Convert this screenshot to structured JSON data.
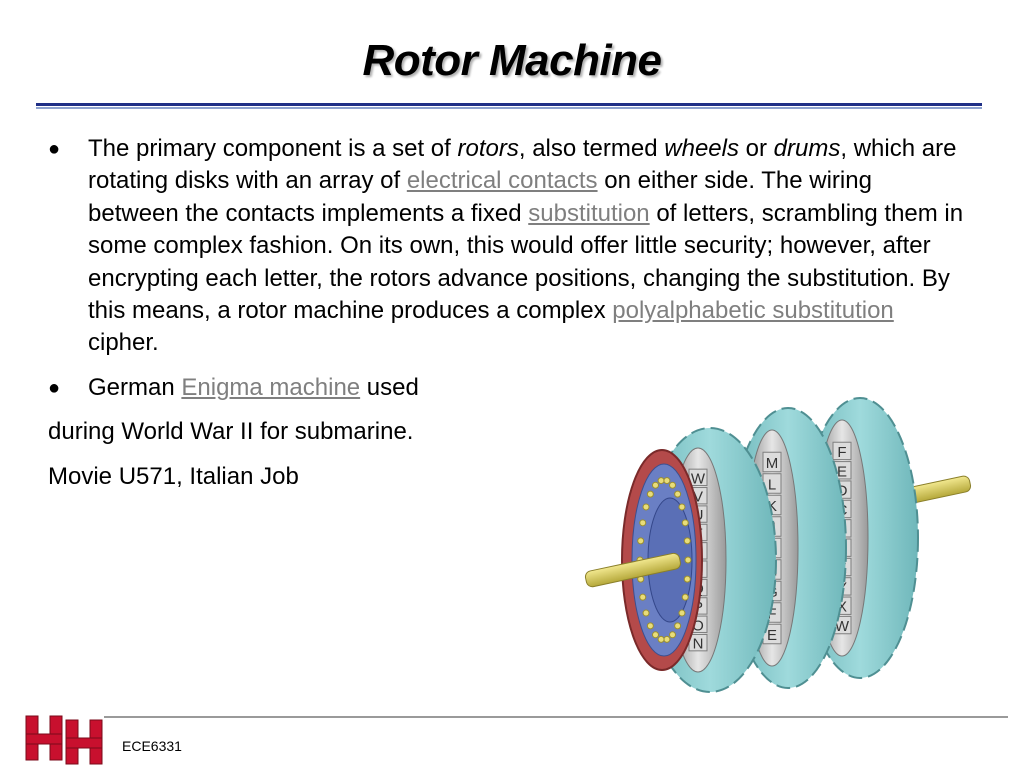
{
  "slide": {
    "title": "Rotor Machine",
    "bullet1": {
      "t1": "The primary component is a set of ",
      "rotors": "rotors",
      "t2": ", also termed ",
      "wheels": "wheels",
      "t3": " or ",
      "drums": "drums",
      "t4": ", which are rotating disks with an array of ",
      "link_electrical": "electrical contacts",
      "t5": " on either side. The wiring between the contacts implements a fixed ",
      "link_substitution": "substitution",
      "t6": " of letters, scrambling them in some complex fashion. On its own, this would offer little security; however, after encrypting each letter, the rotors advance positions, changing the substitution. By this means, a rotor machine produces a complex ",
      "link_poly": "polyalphabetic substitution",
      "t7": " cipher."
    },
    "bullet2": {
      "t1": "German ",
      "link_enigma": "Enigma machine",
      "t2": " used"
    },
    "line3": "during World War II for submarine.",
    "line4": "Movie U571, Italian Job",
    "bullet_char": "●",
    "link_color": "#7f7f7f"
  },
  "rotor_letters": {
    "front": [
      "W",
      "V",
      "U",
      "T",
      "S",
      "R",
      "Q",
      "P",
      "O",
      "N"
    ],
    "middle": [
      "M",
      "L",
      "K",
      "J",
      "I",
      "H",
      "G",
      "F",
      "E"
    ],
    "back": [
      "F",
      "E",
      "D",
      "C",
      "B",
      "A",
      "Z",
      "Y",
      "X",
      "W"
    ]
  },
  "footer": {
    "text": "ECE6331",
    "logo": "UH"
  },
  "colors": {
    "title_rule_dark": "#1f2f86",
    "title_rule_light": "#8fa3cf",
    "rotor_teal": "#8ecfd1",
    "rotor_red": "#b44a4a",
    "shaft_yellow": "#d9cc5a",
    "logo_red": "#c8102e"
  }
}
